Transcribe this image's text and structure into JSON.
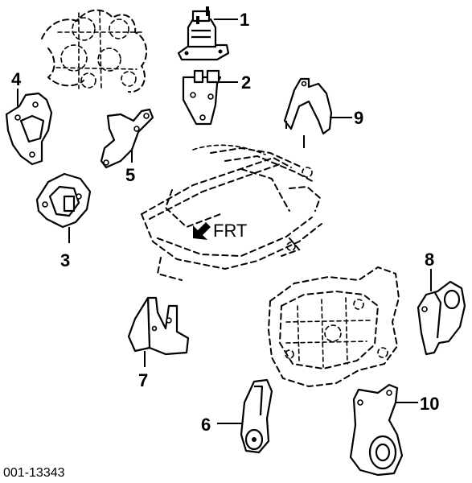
{
  "figure_id": "001-13343",
  "direction_label": "FRT",
  "callouts": [
    {
      "id": "1",
      "text": "1"
    },
    {
      "id": "2",
      "text": "2"
    },
    {
      "id": "3",
      "text": "3"
    },
    {
      "id": "4",
      "text": "4"
    },
    {
      "id": "5",
      "text": "5"
    },
    {
      "id": "6",
      "text": "6"
    },
    {
      "id": "7",
      "text": "7"
    },
    {
      "id": "8",
      "text": "8"
    },
    {
      "id": "9",
      "text": "9"
    },
    {
      "id": "10",
      "text": "10"
    }
  ],
  "icons": {
    "direction_arrow": "front-arrow-icon"
  }
}
